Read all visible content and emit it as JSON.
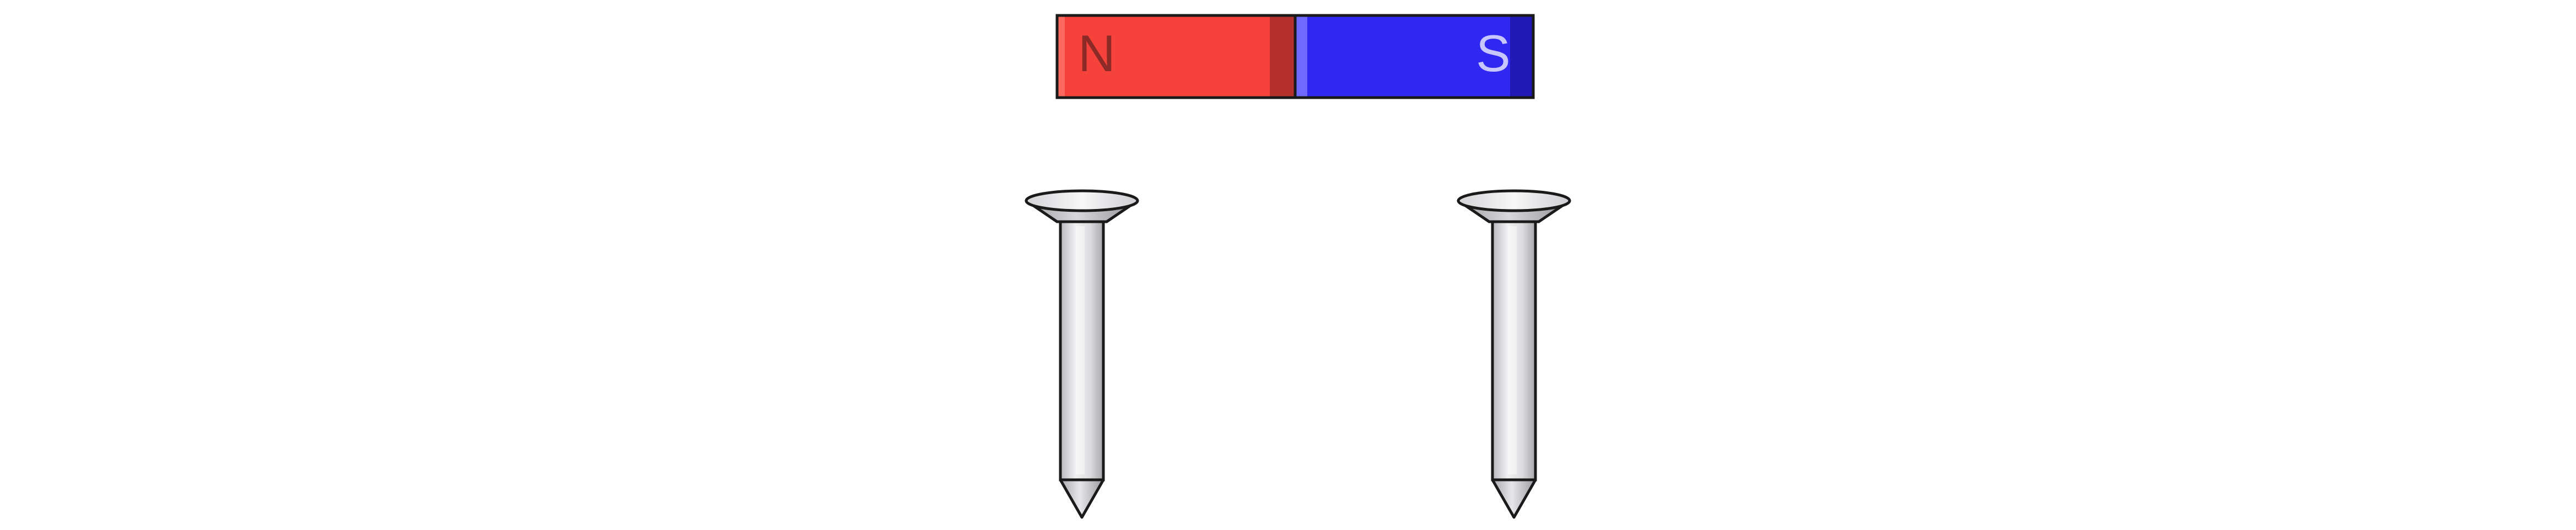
{
  "magnet": {
    "north_label": "N",
    "south_label": "S",
    "north_color": "#f5423a",
    "south_color": "#3028f0",
    "north_label_color": "#8b2a26",
    "south_label_color": "#c8c6ff"
  },
  "nails": [
    {
      "name": "left-nail"
    },
    {
      "name": "right-nail"
    }
  ],
  "colors": {
    "outline": "#1a1a1a",
    "nail_metal": "#d9d9dc",
    "nail_highlight": "#f2f2f4",
    "nail_shadow": "#a9a9ae"
  }
}
